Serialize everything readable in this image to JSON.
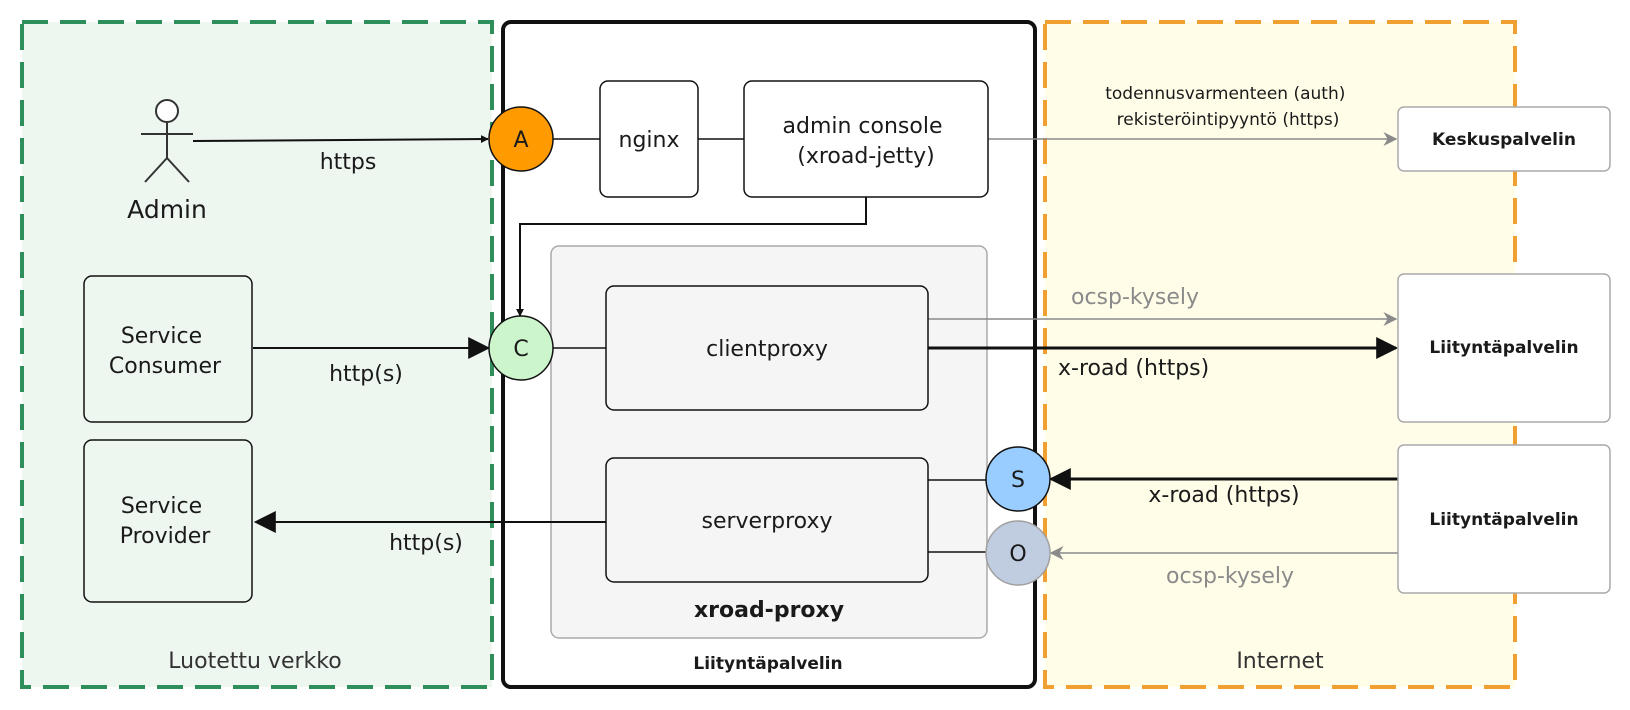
{
  "zones": {
    "trusted": {
      "label": "Luotettu verkko",
      "fill": "#eef6f0",
      "stroke": "#2f8f5b"
    },
    "server": {
      "label": "Liityntäpalvelin",
      "fill": "#ffffff",
      "stroke": "#111111"
    },
    "internet": {
      "label": "Internet",
      "fill": "#fffde8",
      "stroke": "#f0a030"
    }
  },
  "actors": {
    "admin": {
      "label": "Admin",
      "icon": "person-icon"
    }
  },
  "boxes": {
    "service_consumer": {
      "line1": "Service",
      "line2": "Consumer"
    },
    "service_provider": {
      "line1": "Service",
      "line2": "Provider"
    },
    "nginx": {
      "label": "nginx"
    },
    "admin_console": {
      "line1": "admin console",
      "line2": "(xroad-jetty)"
    },
    "xroad_proxy": {
      "label": "xroad-proxy",
      "fill": "#f5f5f5"
    },
    "clientproxy": {
      "label": "clientproxy"
    },
    "serverproxy": {
      "label": "serverproxy"
    },
    "keskuspalvelin": {
      "label": "Keskuspalvelin"
    },
    "liityntapalvelin_1": {
      "label": "Liityntäpalvelin"
    },
    "liityntapalvelin_2": {
      "label": "Liityntäpalvelin"
    }
  },
  "ports": {
    "A": {
      "label": "A",
      "fill": "#ff9a00"
    },
    "C": {
      "label": "C",
      "fill": "#ccf5cc"
    },
    "S": {
      "label": "S",
      "fill": "#99ccff"
    },
    "O": {
      "label": "O",
      "fill": "#c0cde0"
    }
  },
  "edges": {
    "admin_https": "https",
    "consumer_http": "http(s)",
    "provider_http": "http(s)",
    "auth_line1": "todennusvarmenteen  (auth)",
    "auth_line2": "rekisteröintipyyntö (https)",
    "ocsp_out": "ocsp-kysely",
    "xroad_out": "x-road (https)",
    "xroad_in": "x-road (https)",
    "ocsp_in": "ocsp-kysely"
  }
}
